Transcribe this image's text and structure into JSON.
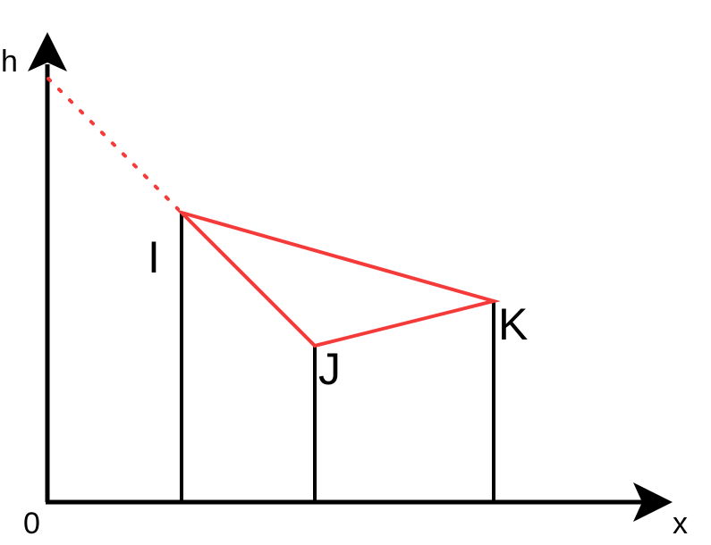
{
  "diagram": {
    "axis": {
      "y_label": "h",
      "x_label": "x",
      "origin_label": "0"
    },
    "points": [
      {
        "label": "I"
      },
      {
        "label": "J"
      },
      {
        "label": "K"
      }
    ],
    "colors": {
      "axis": "#000000",
      "triangle": "#f53a3a",
      "extension": "#f53a3a"
    }
  }
}
